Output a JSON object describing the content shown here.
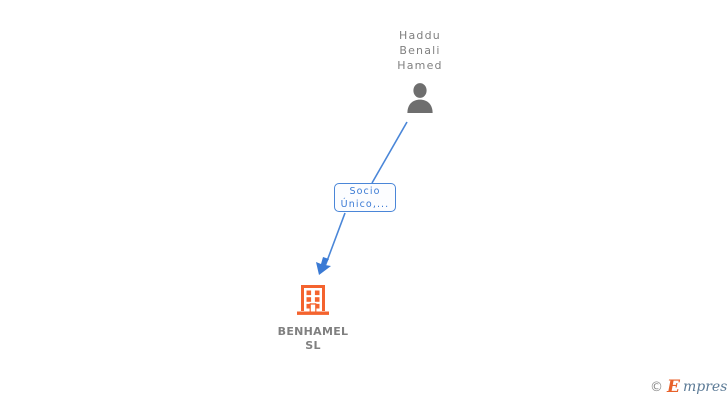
{
  "diagram": {
    "type": "relation-graph",
    "background": "#ffffff",
    "accent_blue": "#4a86d8",
    "accent_orange": "#f4632e",
    "text_grey": "#808080"
  },
  "person": {
    "name": "Haddu\nBenali\nHamed",
    "icon": "person-silhouette-icon"
  },
  "relation": {
    "label": "Socio\nÚnico,...",
    "border_color": "#4a86d8",
    "text_color": "#3a7ad4"
  },
  "company": {
    "name": "BENHAMEL\nSL",
    "icon": "building-icon",
    "icon_color": "#f4632e"
  },
  "watermark": {
    "copyright": "©",
    "brand_initial": "E",
    "brand_rest": "mpresia"
  }
}
